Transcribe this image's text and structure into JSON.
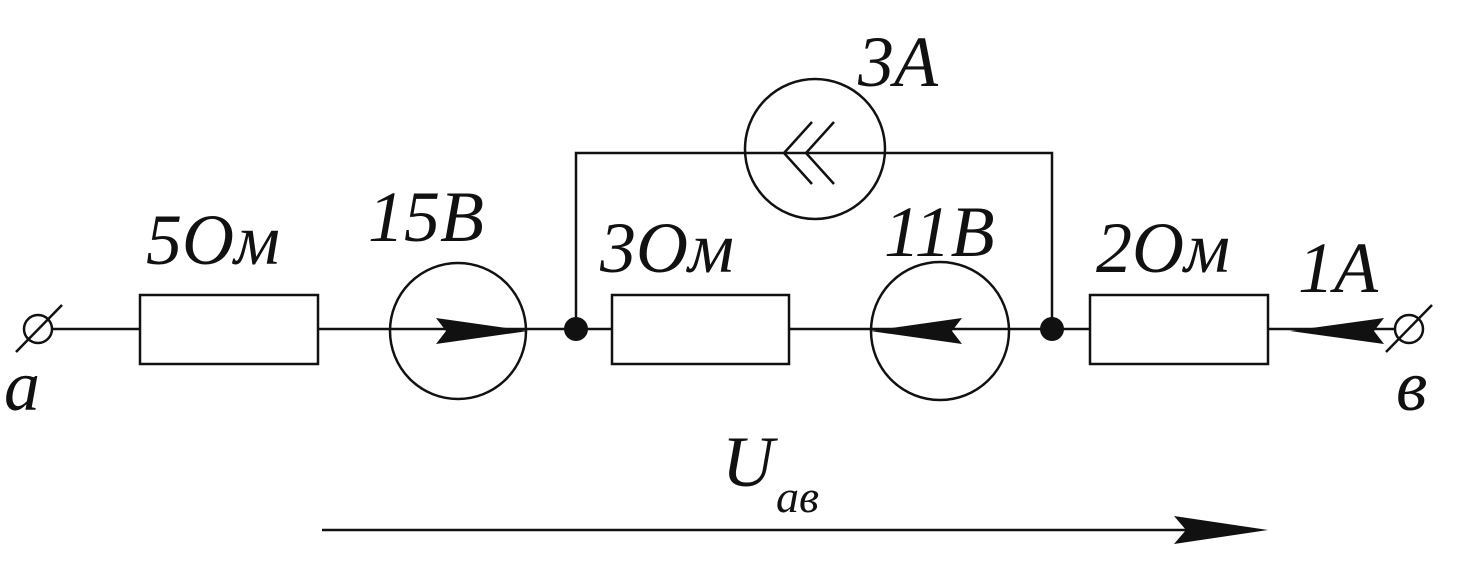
{
  "labels": {
    "r1": "5Ом",
    "e1": "15В",
    "r2": "3Ом",
    "j": "3А",
    "e2": "11В",
    "r3": "2Ом",
    "i": "1А",
    "node_a": "а",
    "node_b": "в",
    "u_main": "U",
    "u_sub": "ав"
  },
  "colors": {
    "ink": "#111111",
    "background": "#ffffff"
  }
}
